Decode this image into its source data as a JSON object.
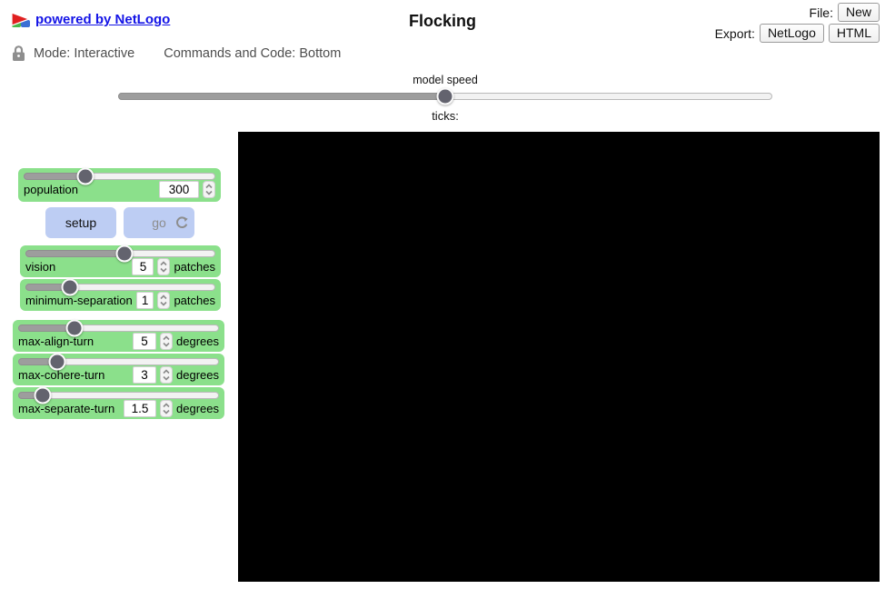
{
  "colors": {
    "widget_green": "#8be08b",
    "button_blue": "#bdcdf3",
    "link_blue": "#1414e6"
  },
  "header": {
    "powered_by_label": "powered by NetLogo",
    "title": "Flocking",
    "file_label": "File:",
    "new_button_label": "New",
    "export_label": "Export:",
    "export_netlogo_label": "NetLogo",
    "export_html_label": "HTML",
    "mode_label": "Mode: Interactive",
    "commands_label": "Commands and Code: Bottom"
  },
  "speed_slider": {
    "label": "model speed",
    "percent": 50
  },
  "ticks_label": "ticks:",
  "control_buttons": {
    "setup_label": "setup",
    "go_label": "go"
  },
  "sliders": {
    "population": {
      "label": "population",
      "value": "300",
      "percent": 32
    },
    "vision": {
      "label": "vision",
      "value": "5",
      "unit": "patches",
      "percent": 52
    },
    "minimum_separation": {
      "label": "minimum-separation",
      "value": "1",
      "unit": "patches",
      "percent": 23
    },
    "max_align_turn": {
      "label": "max-align-turn",
      "value": "5",
      "unit": "degrees",
      "percent": 28
    },
    "max_cohere_turn": {
      "label": "max-cohere-turn",
      "value": "3",
      "unit": "degrees",
      "percent": 19
    },
    "max_separate_turn": {
      "label": "max-separate-turn",
      "value": "1.5",
      "unit": "degrees",
      "percent": 12
    }
  }
}
